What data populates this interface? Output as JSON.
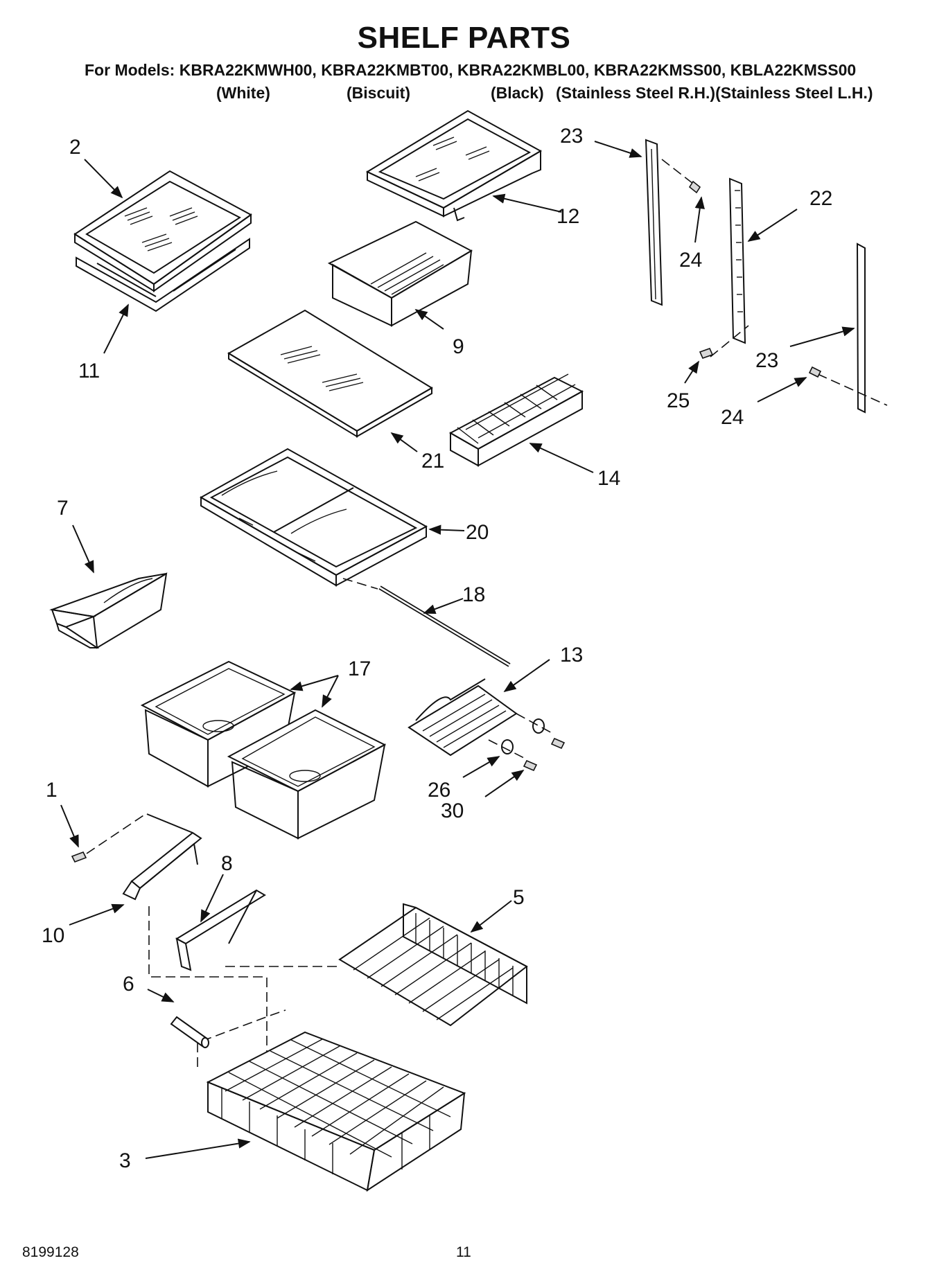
{
  "header": {
    "title": "SHELF PARTS",
    "models_line": "For Models: KBRA22KMWH00, KBRA22KMBT00, KBRA22KMBL00, KBRA22KMSS00, KBLA22KMSS00",
    "colors": [
      "(White)",
      "(Biscuit)",
      "(Black)",
      "(Stainless Steel R.H.)(Stainless Steel L.H.)"
    ]
  },
  "callouts": [
    {
      "id": "c2",
      "text": "2"
    },
    {
      "id": "c11",
      "text": "11"
    },
    {
      "id": "c12",
      "text": "12"
    },
    {
      "id": "c9",
      "text": "9"
    },
    {
      "id": "c21",
      "text": "21"
    },
    {
      "id": "c14",
      "text": "14"
    },
    {
      "id": "c20",
      "text": "20"
    },
    {
      "id": "c18",
      "text": "18"
    },
    {
      "id": "c7",
      "text": "7"
    },
    {
      "id": "c17",
      "text": "17"
    },
    {
      "id": "c13",
      "text": "13"
    },
    {
      "id": "c26",
      "text": "26"
    },
    {
      "id": "c30",
      "text": "30"
    },
    {
      "id": "c1",
      "text": "1"
    },
    {
      "id": "c8",
      "text": "8"
    },
    {
      "id": "c10",
      "text": "10"
    },
    {
      "id": "c5",
      "text": "5"
    },
    {
      "id": "c6",
      "text": "6"
    },
    {
      "id": "c3",
      "text": "3"
    },
    {
      "id": "c23a",
      "text": "23"
    },
    {
      "id": "c22",
      "text": "22"
    },
    {
      "id": "c24a",
      "text": "24"
    },
    {
      "id": "c23b",
      "text": "23"
    },
    {
      "id": "c25",
      "text": "25"
    },
    {
      "id": "c24b",
      "text": "24"
    }
  ],
  "footer": {
    "doc_number": "8199128",
    "page_number": "11"
  }
}
